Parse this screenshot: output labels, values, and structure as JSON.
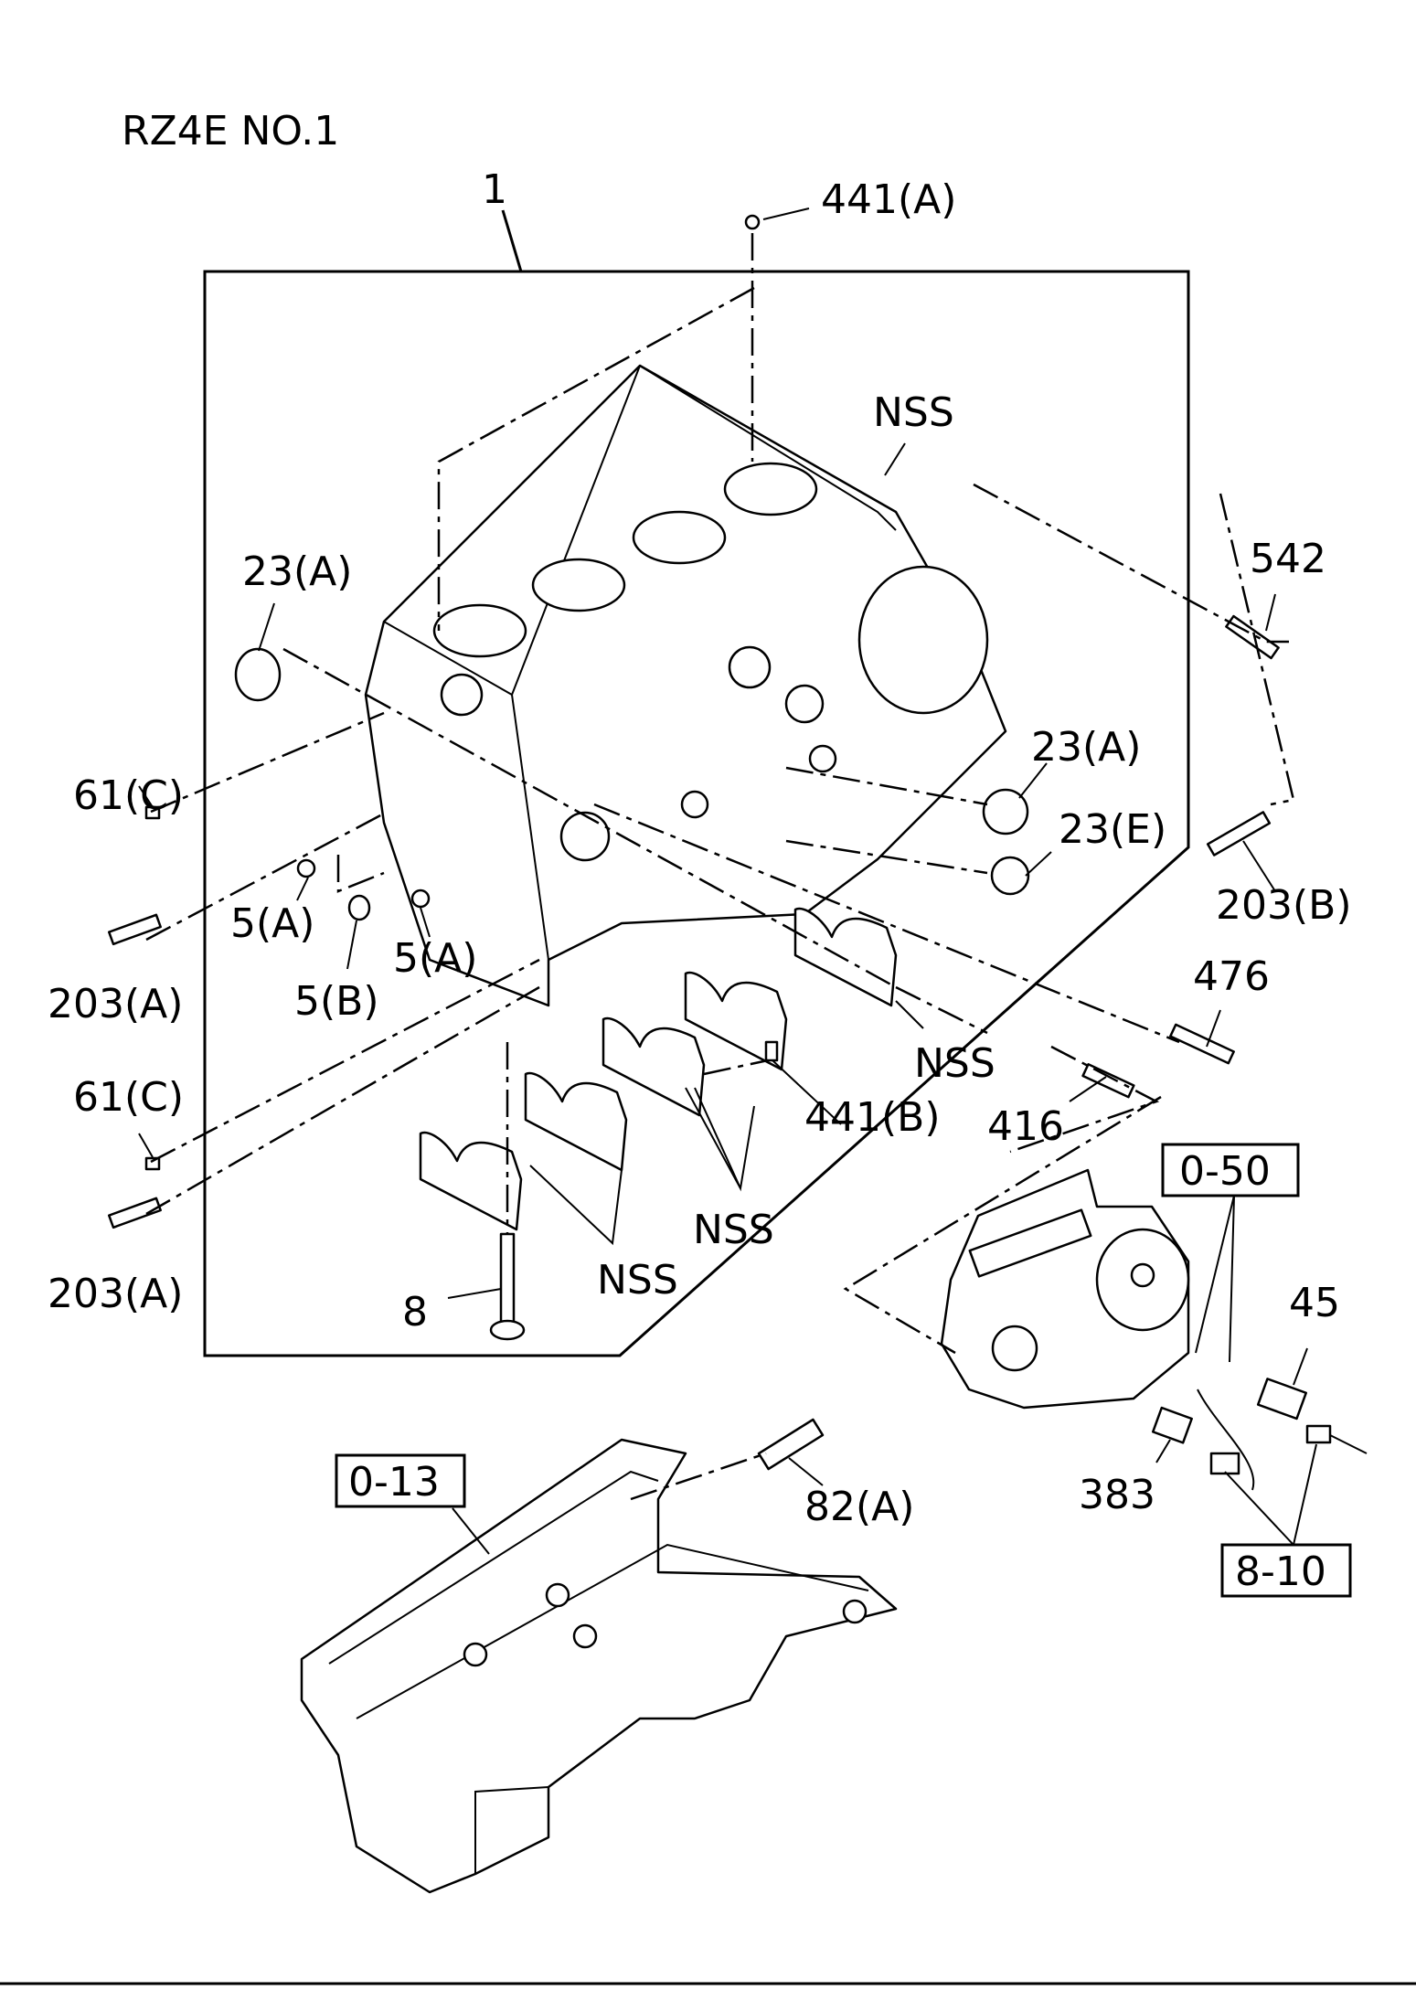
{
  "title": "RZ4E NO.1",
  "callouts": {
    "c1": "1",
    "c441a": "441(A)",
    "cnss_top": "NSS",
    "c542": "542",
    "c23a_left": "23(A)",
    "c23a_right": "23(A)",
    "c23e": "23(E)",
    "c203b": "203(B)",
    "c61c_top": "61(C)",
    "c5a_left": "5(A)",
    "c5a_mid": "5(A)",
    "c5b": "5(B)",
    "c203a_top": "203(A)",
    "c476": "476",
    "cnss_right": "NSS",
    "c441b": "441(B)",
    "c416": "416",
    "c61c_bottom": "61(C)",
    "cnss_mid": "NSS",
    "c203a_bottom": "203(A)",
    "cnss_low": "NSS",
    "c8": "8",
    "c45": "45",
    "c383": "383",
    "c82a": "82(A)"
  },
  "boxed_refs": {
    "b050": "0-50",
    "b013": "0-13",
    "b810": "8-10"
  }
}
